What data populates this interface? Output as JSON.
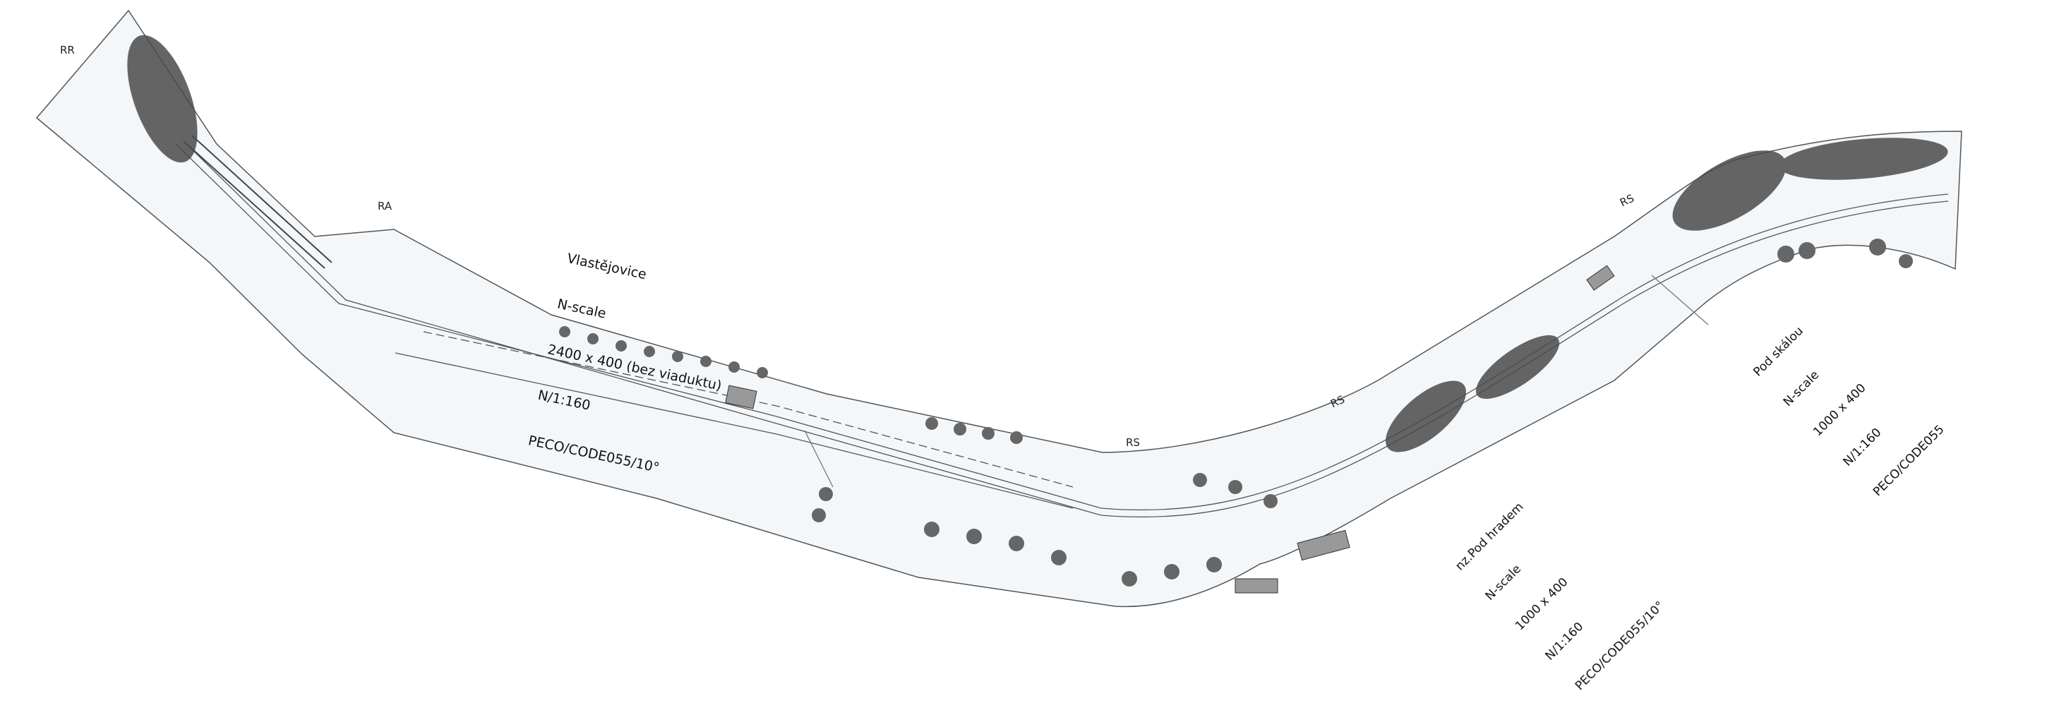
{
  "plan": {
    "sections": [
      {
        "name": "Vlastějovice",
        "scale": "N-scale",
        "size": "2400 x 400 (bez viaduktu)",
        "ratio": "N/1:160",
        "track": "PECO/CODE055/10°"
      },
      {
        "name": "nz.Pod hradem",
        "scale": "N-scale",
        "size": "1000 x 400",
        "ratio": "N/1:160",
        "track": "PECO/CODE055/10°"
      },
      {
        "name": "Pod skálou",
        "scale": "N-scale",
        "size": "1000 x 400",
        "ratio": "N/1:160",
        "track": "PECO/CODE055"
      }
    ],
    "markers": [
      "RR",
      "RA",
      "RS",
      "RS",
      "RS"
    ]
  },
  "colors": {
    "board": "#f4f7f9",
    "ink": "#333333",
    "trees": "#4a4a4a"
  }
}
